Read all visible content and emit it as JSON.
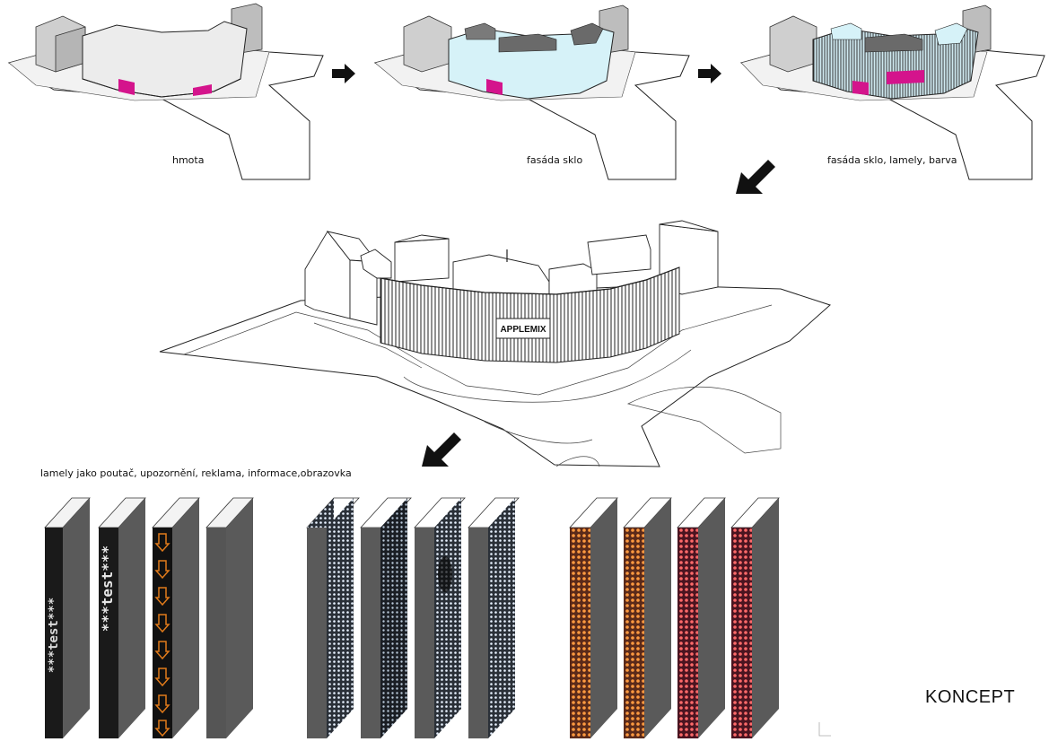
{
  "steps": [
    {
      "caption": "hmota"
    },
    {
      "caption": "fasáda sklo"
    },
    {
      "caption": "fasáda sklo, lamely, barva"
    }
  ],
  "main_model": {
    "sign_text": "APPLEMIX"
  },
  "lamellas": {
    "caption": "lamely jako poutač, upozornění, reklama, informace,obrazovka",
    "text_panel_1": "***test***",
    "text_panel_2": "***test***"
  },
  "footer": {
    "title": "KONCEPT"
  },
  "colors": {
    "accent_magenta": "#d4148c",
    "glass": "#d6f2f8",
    "face_grey": "#5a5a5a",
    "led_orange": "#ff8a2a"
  },
  "icons": [
    "arrow-right-icon",
    "arrow-down-left-icon"
  ]
}
